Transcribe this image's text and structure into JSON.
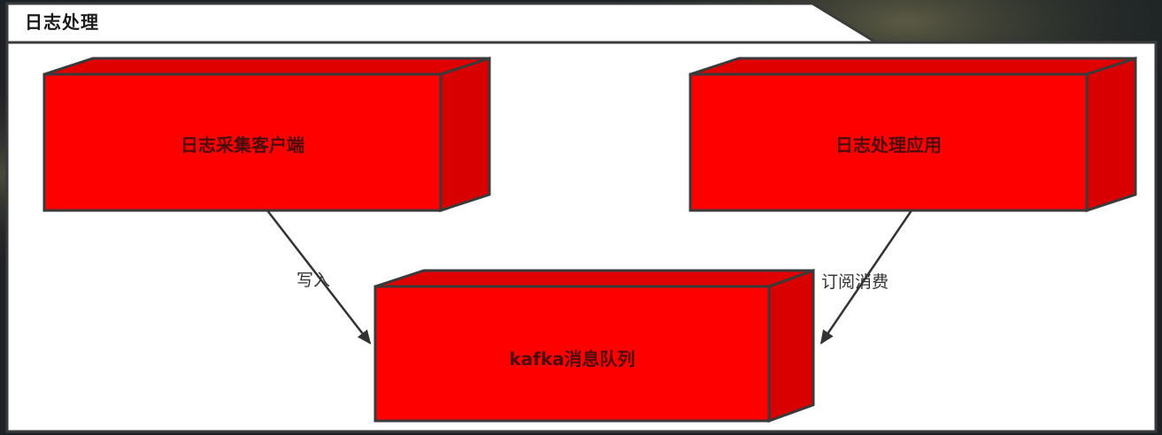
{
  "package": {
    "title": "日志处理"
  },
  "nodes": [
    {
      "id": "client",
      "label": "日志采集客户端"
    },
    {
      "id": "app",
      "label": "日志处理应用"
    },
    {
      "id": "kafka",
      "label": "kafka消息队列"
    }
  ],
  "edges": [
    {
      "from": "client",
      "to": "kafka",
      "label": "写入"
    },
    {
      "from": "app",
      "to": "kafka",
      "label": "订阅消费"
    }
  ],
  "colors": {
    "node_front": "#ff0000",
    "node_side": "#d80000",
    "node_border": "#3a3a3a",
    "package_fill": "#ffffff",
    "edge": "#333333"
  }
}
